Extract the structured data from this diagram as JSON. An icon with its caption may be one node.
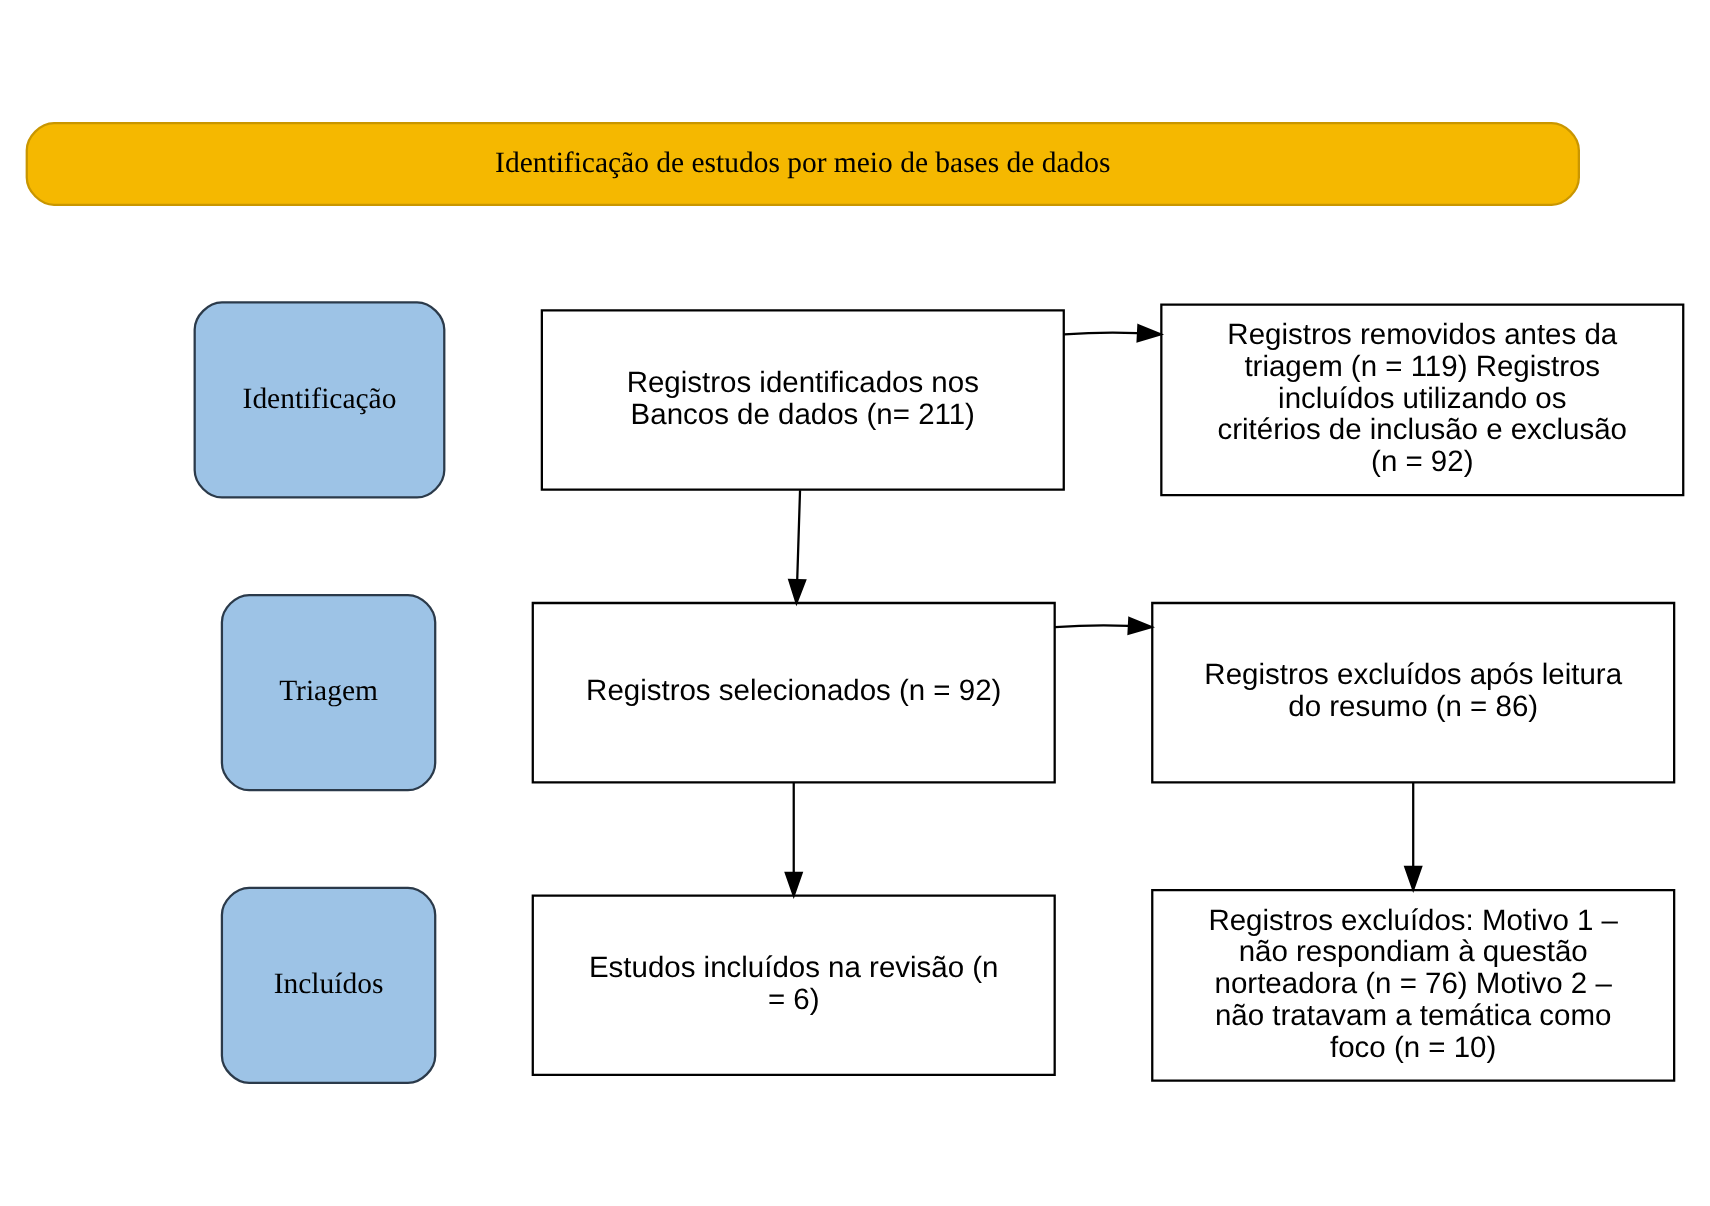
{
  "diagram": {
    "nodes": [
      {
        "text": [
          "Identificação de estudos por meio de bases de dados"
        ]
      },
      {
        "text": [
          "Identificação"
        ]
      },
      {
        "text": [
          "Triagem"
        ]
      },
      {
        "text": [
          "Incluídos"
        ]
      },
      {
        "text": [
          "Registros identificados nos Bancos de dados (n= 211)"
        ]
      },
      {
        "text": [
          "Registros removidos antes da triagem (n = 119) Registros incluídos utilizando os critérios de inclusão e exclusão (n = 92)"
        ]
      },
      {
        "text": [
          "Registros selecionados (n = 92)"
        ]
      },
      {
        "text": [
          "Registros excluídos após leitura do resumo (n = 86)"
        ]
      },
      {
        "text": [
          "Registros excluídos: Motivo 1 – não respondiam à questão norteadora (n = 76) Motivo 2 – não tratavam a temática como foco (n = 10)"
        ]
      },
      {
        "text": [
          "Estudos incluídos na revisão (n = 6)"
        ]
      }
    ],
    "edges": [
      {
        "from": 4,
        "to": 5,
        "arrow": "to"
      },
      {
        "from": 4,
        "to": 6,
        "arrow": "to"
      },
      {
        "from": 6,
        "to": 7,
        "arrow": "to"
      },
      {
        "from": 7,
        "to": 8,
        "arrow": "to"
      },
      {
        "from": 6,
        "to": 9,
        "arrow": "to"
      }
    ]
  }
}
